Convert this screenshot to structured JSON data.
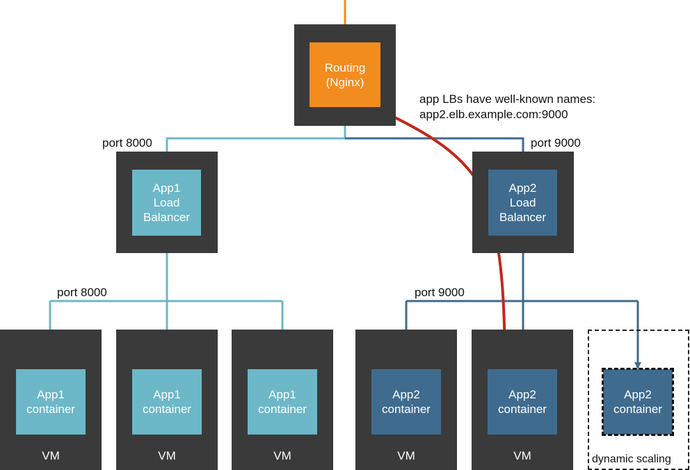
{
  "colors": {
    "router": "#f28c1e",
    "app1": "#6cb7c8",
    "app2": "#3f6b8e",
    "frame": "#3a3a3a",
    "route_highlight": "#c2281b"
  },
  "router": {
    "label": "Routing\n(Nginx)"
  },
  "note": {
    "line1": "app LBs have well-known names:",
    "line2": "app2.elb.example.com:9000"
  },
  "ports": {
    "lb_left": "port 8000",
    "lb_right": "port 9000",
    "app1_containers": "port 8000",
    "app2_containers": "port 9000"
  },
  "load_balancers": {
    "app1": "App1\nLoad\nBalancer",
    "app2": "App2\nLoad\nBalancer"
  },
  "vms": [
    {
      "container": "App1\ncontainer",
      "vm_label": "VM"
    },
    {
      "container": "App1\ncontainer",
      "vm_label": "VM"
    },
    {
      "container": "App1\ncontainer",
      "vm_label": "VM"
    },
    {
      "container": "App2\ncontainer",
      "vm_label": "VM"
    },
    {
      "container": "App2\ncontainer",
      "vm_label": "VM"
    }
  ],
  "dynamic": {
    "container": "App2\ncontainer",
    "label": "dynamic scaling"
  }
}
